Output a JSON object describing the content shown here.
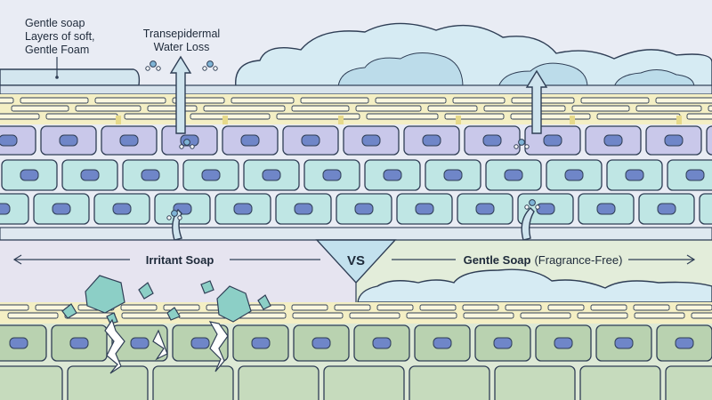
{
  "top_panel": {
    "foam_caption": [
      "Gentle soap",
      "Layers of soft,",
      "Gentle Foam"
    ],
    "tewl_caption": [
      "Transepidermal",
      "Water Loss"
    ]
  },
  "comparison": {
    "left_label": "Irritant Soap",
    "vs_label": "VS",
    "right_label_bold": "Gentle Soap",
    "right_label_regular": "(Fragrance-Free)"
  },
  "colors": {
    "outline": "#2f3e55",
    "sky": "#e8ebf3",
    "foam": "#cfe6ef",
    "foam_dark": "#a9cfdf",
    "lipid": "#f3edbf",
    "lipid_edge": "#e6d98a",
    "cell_top": "#c9c8ea",
    "cell_teal": "#bfe6e4",
    "nucleus": "#6f86c8",
    "lower_left_bg": "#e6e4f0",
    "lower_right_bg": "#e3edda",
    "green_cell": "#b9d2b0",
    "crystal": "#8ccfc6",
    "vs_badge": "#bfe0ee"
  }
}
